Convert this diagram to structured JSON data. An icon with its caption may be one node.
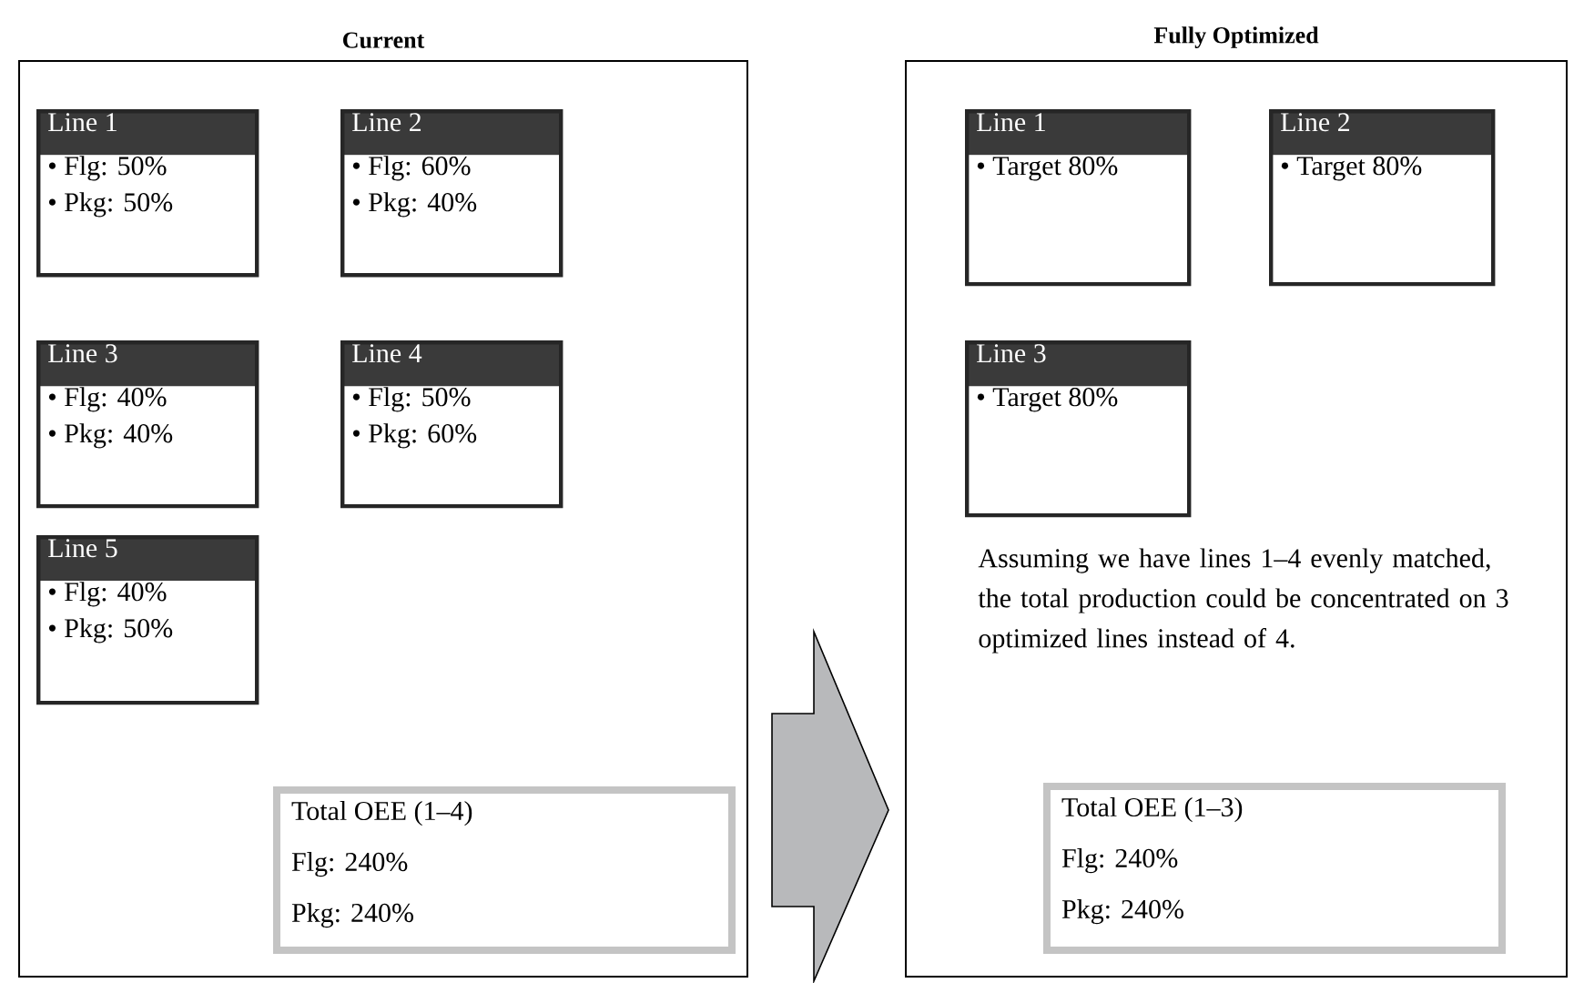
{
  "diagram": {
    "nodes": [
      {
        "text": [
          "Current"
        ]
      },
      {
        "text": [
          "Line 1",
          "• Flg: 50%",
          "• Pkg: 50%"
        ],
        "in": 0
      },
      {
        "text": [
          "Line 2",
          "• Flg: 60%",
          "• Pkg: 40%"
        ],
        "in": 0
      },
      {
        "text": [
          "Line 3",
          "• Flg: 40%",
          "• Pkg: 40%"
        ],
        "in": 0
      },
      {
        "text": [
          "Line 4",
          "• Flg: 50%",
          "• Pkg: 60%"
        ],
        "in": 0
      },
      {
        "text": [
          "Line 5",
          "• Flg: 40%",
          "• Pkg: 50%"
        ],
        "in": 0
      },
      {
        "text": [
          "Total OEE (1–4)",
          "Flg: 240%",
          "Pkg: 240%"
        ],
        "in": 0
      },
      {
        "text": [
          "Fully Optimized"
        ]
      },
      {
        "text": [
          "Line 1",
          "• Target 80%"
        ],
        "in": 7
      },
      {
        "text": [
          "Line 2",
          "• Target 80%"
        ],
        "in": 7
      },
      {
        "text": [
          "Line 3",
          "• Target 80%"
        ],
        "in": 7
      },
      {
        "text": [
          "Total OEE (1–3)",
          "Flg: 240%",
          "Pkg: 240%"
        ],
        "in": 7
      }
    ],
    "edges": [
      {
        "from": 0,
        "to": 7,
        "arrow": "to"
      }
    ],
    "labels": [
      "Assuming we have lines 1–4 evenly matched, the total production could be concentrated on 3 optimized lines instead of 4."
    ]
  }
}
